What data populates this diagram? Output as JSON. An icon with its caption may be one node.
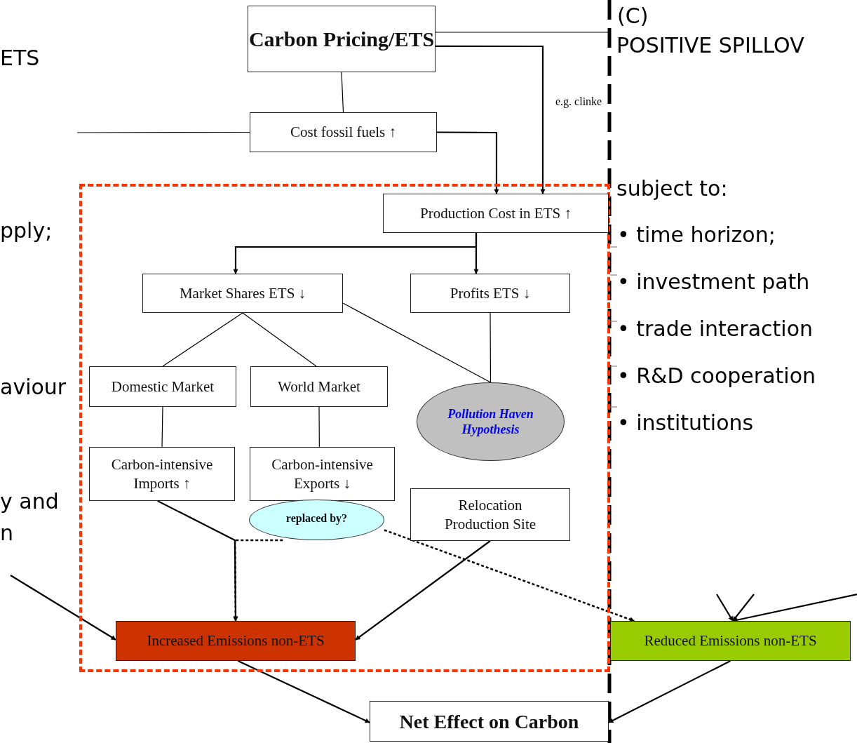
{
  "diagram": {
    "nodes": [
      {
        "text": [
          "Carbon Pricing/ETS"
        ]
      },
      {
        "text": [
          "Cost fossil fuels ↑"
        ]
      },
      {
        "text": [],
        "shape": "box"
      },
      {
        "text": [
          "Production Cost in ETS ↑"
        ],
        "in": 2
      },
      {
        "text": [
          "Market Shares ETS ↓"
        ],
        "in": 2
      },
      {
        "text": [
          "Profits ETS ↓"
        ],
        "in": 2
      },
      {
        "text": [
          "Domestic Market"
        ],
        "in": 2
      },
      {
        "text": [
          "World Market"
        ],
        "in": 2
      },
      {
        "text": [
          "Pollution Haven Hypothesis"
        ],
        "in": 2
      },
      {
        "text": [
          "Carbon-intensive Imports ↑"
        ],
        "in": 2
      },
      {
        "text": [
          "Carbon-intensive Exports ↓"
        ],
        "in": 2
      },
      {
        "text": [
          "replaced by?"
        ],
        "in": 2
      },
      {
        "text": [
          "Relocation Production Site"
        ],
        "in": 2
      },
      {
        "text": [
          "Increased Emissions non-ETS"
        ],
        "in": 2
      },
      {
        "text": [
          "Reduced Emissions non-ETS"
        ]
      },
      {
        "text": [
          "Net Effect on Carbon"
        ]
      }
    ],
    "edges": [
      {
        "from": 0,
        "to": null,
        "arrow": "none"
      },
      {
        "from": 0,
        "to": 3,
        "arrow": "to",
        "label": "e.g. clinke"
      },
      {
        "from": 0,
        "to": 1,
        "arrow": "none"
      },
      {
        "from": null,
        "to": 1,
        "arrow": "none"
      },
      {
        "from": 1,
        "to": 3,
        "arrow": "to"
      },
      {
        "from": 3,
        "to": 4,
        "arrow": "to"
      },
      {
        "from": 3,
        "to": 5,
        "arrow": "to"
      },
      {
        "from": 4,
        "to": 6,
        "arrow": "none"
      },
      {
        "from": 4,
        "to": 7,
        "arrow": "none"
      },
      {
        "from": 4,
        "to": 8,
        "arrow": "none"
      },
      {
        "from": 5,
        "to": 8,
        "arrow": "none"
      },
      {
        "from": 6,
        "to": 9,
        "arrow": "none"
      },
      {
        "from": 7,
        "to": 10,
        "arrow": "none"
      },
      {
        "from": 9,
        "to": 13,
        "arrow": "to"
      },
      {
        "from": 11,
        "to": 13,
        "arrow": "to",
        "style": "dashed"
      },
      {
        "from": 11,
        "to": 14,
        "arrow": "to",
        "style": "dashed"
      },
      {
        "from": 12,
        "to": 13,
        "arrow": "to"
      },
      {
        "from": null,
        "to": 13,
        "arrow": "to"
      },
      {
        "from": null,
        "to": 14,
        "arrow": "to"
      },
      {
        "from": null,
        "to": 14,
        "arrow": "to"
      },
      {
        "from": null,
        "to": 14,
        "arrow": "to"
      },
      {
        "from": 13,
        "to": 15,
        "arrow": "to"
      },
      {
        "from": 14,
        "to": 15,
        "arrow": "to"
      }
    ],
    "labels": [
      "ETS",
      "pply;",
      "aviour",
      "y and n",
      "(C)",
      "POSITIVE SPILLOV",
      "subject to:",
      "• time horizon;",
      "• investment path",
      "• trade interaction",
      "• R&D cooperation",
      "• institutions"
    ]
  }
}
